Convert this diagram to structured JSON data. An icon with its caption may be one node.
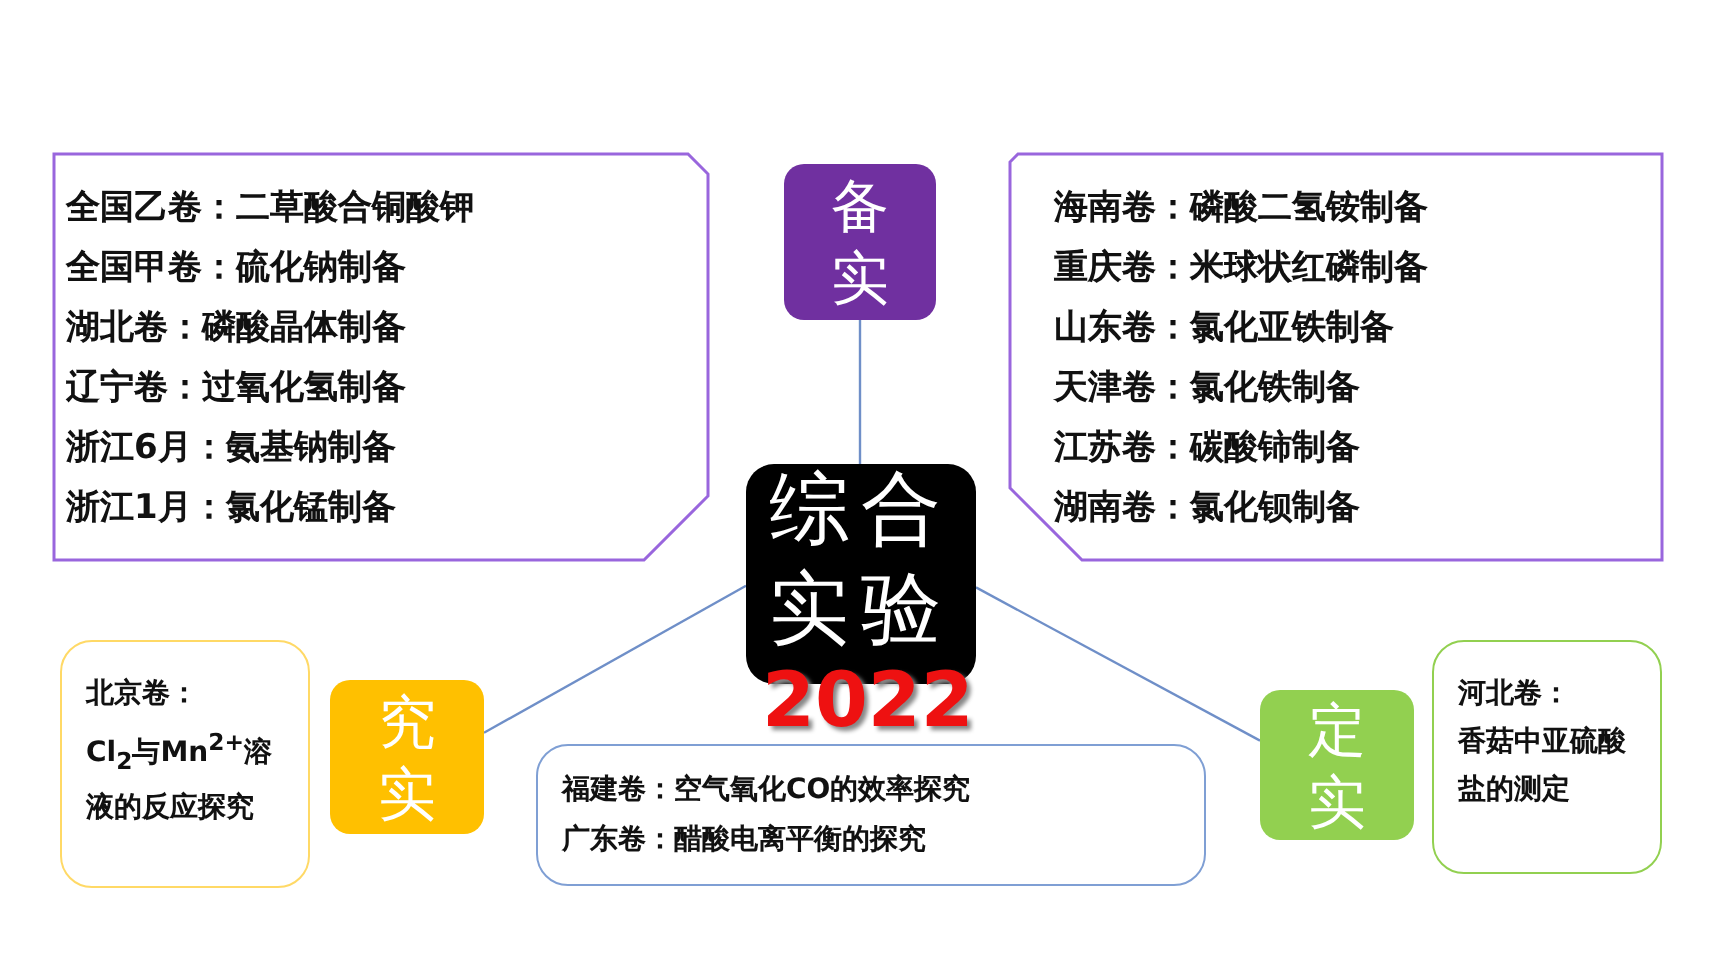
{
  "diagram": {
    "nodes": [
      {
        "text": [
          "综合实验"
        ],
        "beside": [
          "2022"
        ]
      },
      {
        "text": [
          "备实"
        ]
      },
      {
        "text": [
          "全国乙卷：二草酸合铜酸钾",
          "全国甲卷：硫化钠制备",
          "湖北卷：磷酸晶体制备",
          "辽宁卷：过氧化氢制备",
          "浙江6月：氨基钠制备",
          "浙江1月：氯化锰制备"
        ]
      },
      {
        "text": [
          "海南卷：磷酸二氢铵制备",
          "重庆卷：米球状红磷制备",
          "山东卷：氯化亚铁制备",
          "天津卷：氯化铁制备",
          "江苏卷：碳酸铈制备",
          "湖南卷：氯化钡制备"
        ]
      },
      {
        "text": [
          "究实"
        ]
      },
      {
        "text": [
          "北京卷：",
          "Cl$_{2}$与Mn$^{2+}$溶液的反应探究"
        ]
      },
      {
        "text": [
          "福建卷：空气氧化CO的效率探究",
          "广东卷：醋酸电离平衡的探究"
        ]
      },
      {
        "text": [
          "定实"
        ]
      },
      {
        "text": [
          "河北卷：",
          "香菇中亚硫酸盐的测定"
        ]
      }
    ],
    "edges": [
      {
        "from": 0,
        "to": 1,
        "arrow": "none"
      },
      {
        "from": 0,
        "to": 4,
        "arrow": "none"
      },
      {
        "from": 0,
        "to": 7,
        "arrow": "none"
      }
    ]
  }
}
